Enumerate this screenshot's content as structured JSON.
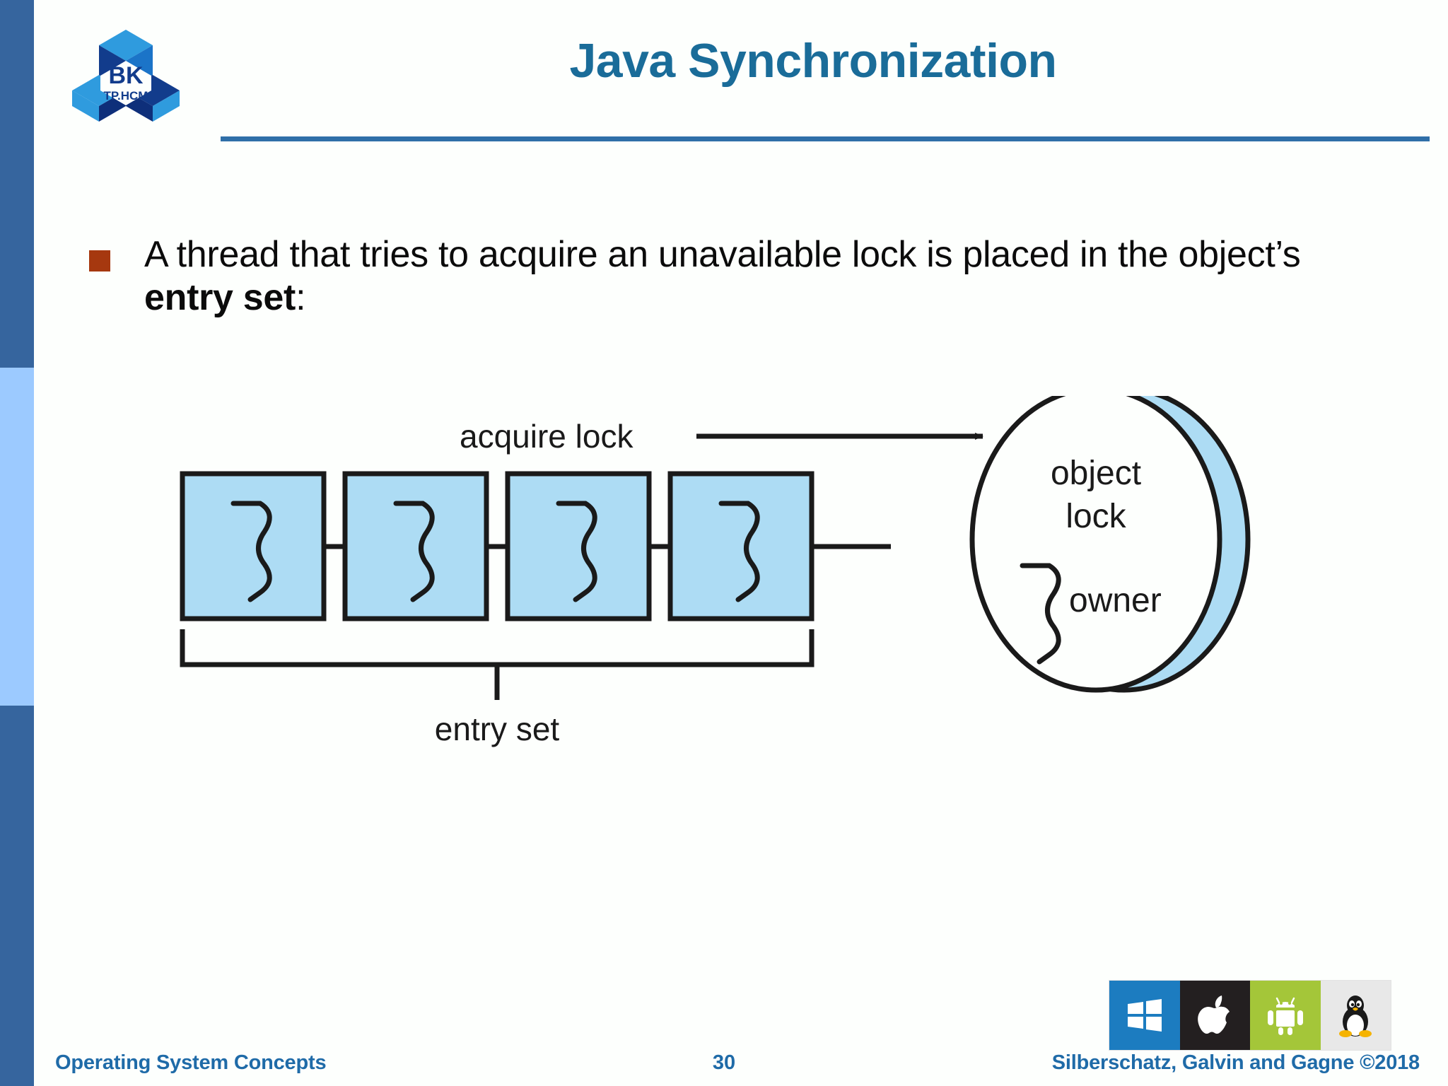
{
  "slide": {
    "title": "Java Synchronization",
    "accent_color": "#1A6C99",
    "rule_color": "#2F6FA8"
  },
  "logo": {
    "name": "bk-tphcm-logo",
    "line1": "BK",
    "line2": "TP.HCM",
    "colors": {
      "dark_blue": "#123C8C",
      "mid_blue": "#1665C1",
      "light_blue": "#2F9BDE",
      "navy": "#0E2F7A"
    }
  },
  "sidebar": {
    "bands": [
      {
        "name": "band-top",
        "color": "#36659E"
      },
      {
        "name": "band-mid",
        "color": "#9CCAFF"
      },
      {
        "name": "band-bottom",
        "color": "#36659E"
      }
    ]
  },
  "bullet": {
    "marker_color": "#A6380F",
    "text_before": "A thread that tries to acquire an unavailable lock is placed in the object’s ",
    "text_bold": "entry set",
    "text_after": ":"
  },
  "diagram": {
    "name": "java-monitor-entry-set-diagram",
    "acquire_label": "acquire lock",
    "entry_set_label": "entry set",
    "object_lock_line1": "object",
    "object_lock_line2": "lock",
    "owner_label": "owner",
    "thread_count": 4,
    "box_fill": "#ADDCF4",
    "box_stroke": "#1A1A1A",
    "oval_edge_fill": "#ADDCF4"
  },
  "os_icons": [
    {
      "name": "windows-icon",
      "label": "Windows",
      "bg": "#1C7CC0"
    },
    {
      "name": "apple-icon",
      "label": "Apple",
      "bg": "#231F20"
    },
    {
      "name": "android-icon",
      "label": "Android",
      "bg": "#A4C639"
    },
    {
      "name": "linux-icon",
      "label": "Linux",
      "bg": "#E8E8E8"
    }
  ],
  "footer": {
    "left": "Operating System Concepts",
    "page": "30",
    "right": "Silberschatz, Galvin and Gagne ©2018",
    "color": "#1F6BA8"
  }
}
